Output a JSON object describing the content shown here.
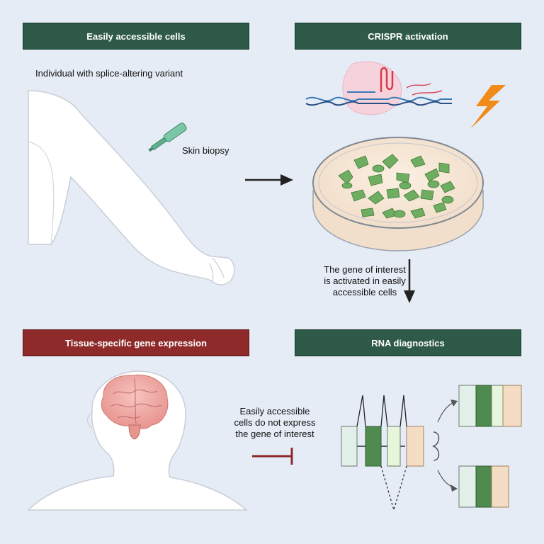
{
  "banners": {
    "top_left": "Easily accessible cells",
    "top_right": "CRISPR activation",
    "bottom_left": "Tissue-specific gene expression",
    "bottom_right": "RNA diagnostics"
  },
  "labels": {
    "individual": "Individual with splice-altering variant",
    "biopsy": "Skin biopsy",
    "gene_activated_1": "The gene of interest",
    "gene_activated_2": "is activated in easily",
    "gene_activated_3": "accessible cells",
    "no_express_1": "Easily accessible",
    "no_express_2": "cells do not express",
    "no_express_3": "the gene of interest"
  },
  "colors": {
    "banner_green": "#2f5a48",
    "banner_red": "#8e2a2a",
    "cell_green": "#6fae62",
    "brain_pink": "#f0a8a4",
    "lightning": "#f08a18",
    "inhibit": "#8e2a2a"
  }
}
